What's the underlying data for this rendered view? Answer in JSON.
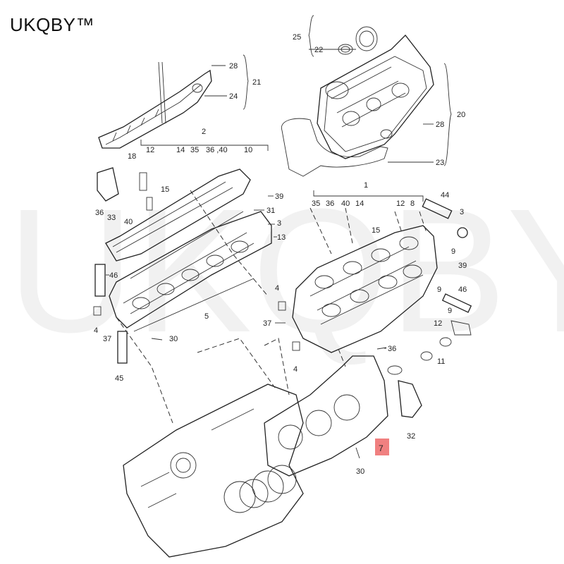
{
  "brand": {
    "text": "UKQBY™"
  },
  "watermark": {
    "text": "UKQBY™"
  },
  "diagram": {
    "highlight_color": "#f08080",
    "labels": [
      "25",
      "22",
      "28",
      "21",
      "24",
      "20",
      "28",
      "23",
      "2",
      "12",
      "14",
      "35",
      "36",
      "40",
      "10",
      "18",
      "15",
      "39",
      "1",
      "44",
      "31",
      "35",
      "36",
      "40",
      "14",
      "12",
      "3",
      "33",
      "36",
      "40",
      "3",
      "13",
      "15",
      "9",
      "46",
      "8",
      "39",
      "9",
      "46",
      "4",
      "4",
      "37",
      "37",
      "5",
      "9",
      "12",
      "30",
      "36",
      "11",
      "45",
      "4",
      "32",
      "7",
      "30"
    ],
    "highlighted_label": "7"
  }
}
